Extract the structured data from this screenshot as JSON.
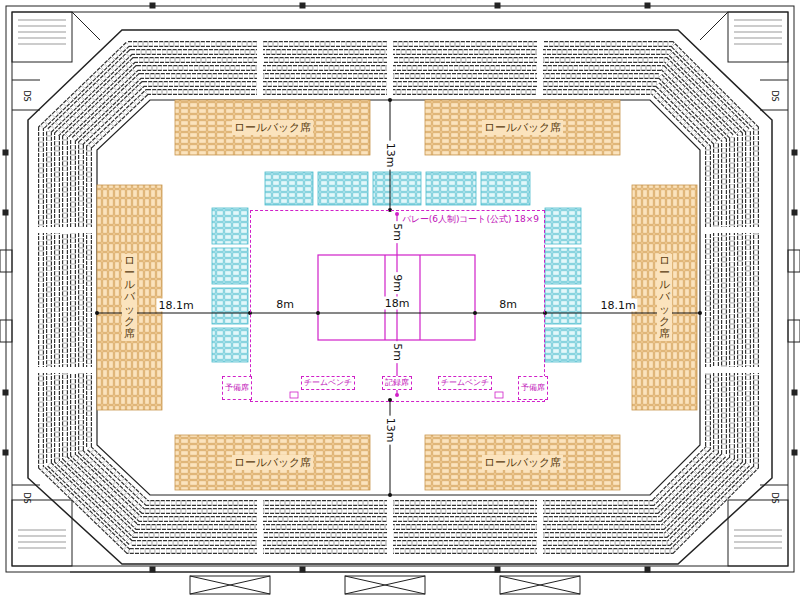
{
  "diagram": {
    "nodes": [
      {
        "text": [
          "ロールバック席"
        ]
      },
      {
        "text": [
          "ロールバック席"
        ]
      },
      {
        "text": [
          "ロールバック席"
        ]
      },
      {
        "text": [
          "ロールバック席"
        ]
      },
      {
        "text": [
          "ロールバック席"
        ]
      },
      {
        "text": [
          "ロールバック席"
        ]
      },
      {
        "text": [
          "バレー(6人制)コート(公式) 18×9"
        ]
      },
      {
        "text": [
          "予備席"
        ],
        "in": 6
      },
      {
        "text": [
          "チームベンチ"
        ],
        "in": 6
      },
      {
        "text": [
          "記録席"
        ],
        "in": 6
      },
      {
        "text": [
          "チームベンチ"
        ],
        "in": 6
      },
      {
        "text": [
          "予備席"
        ],
        "in": 6
      }
    ],
    "labels": [
      "13m",
      "5m",
      "9m",
      "18m",
      "5m",
      "18.1m",
      "8m",
      "8m",
      "18.1m",
      "13m",
      "DS",
      "DS",
      "DS",
      "DS"
    ]
  }
}
